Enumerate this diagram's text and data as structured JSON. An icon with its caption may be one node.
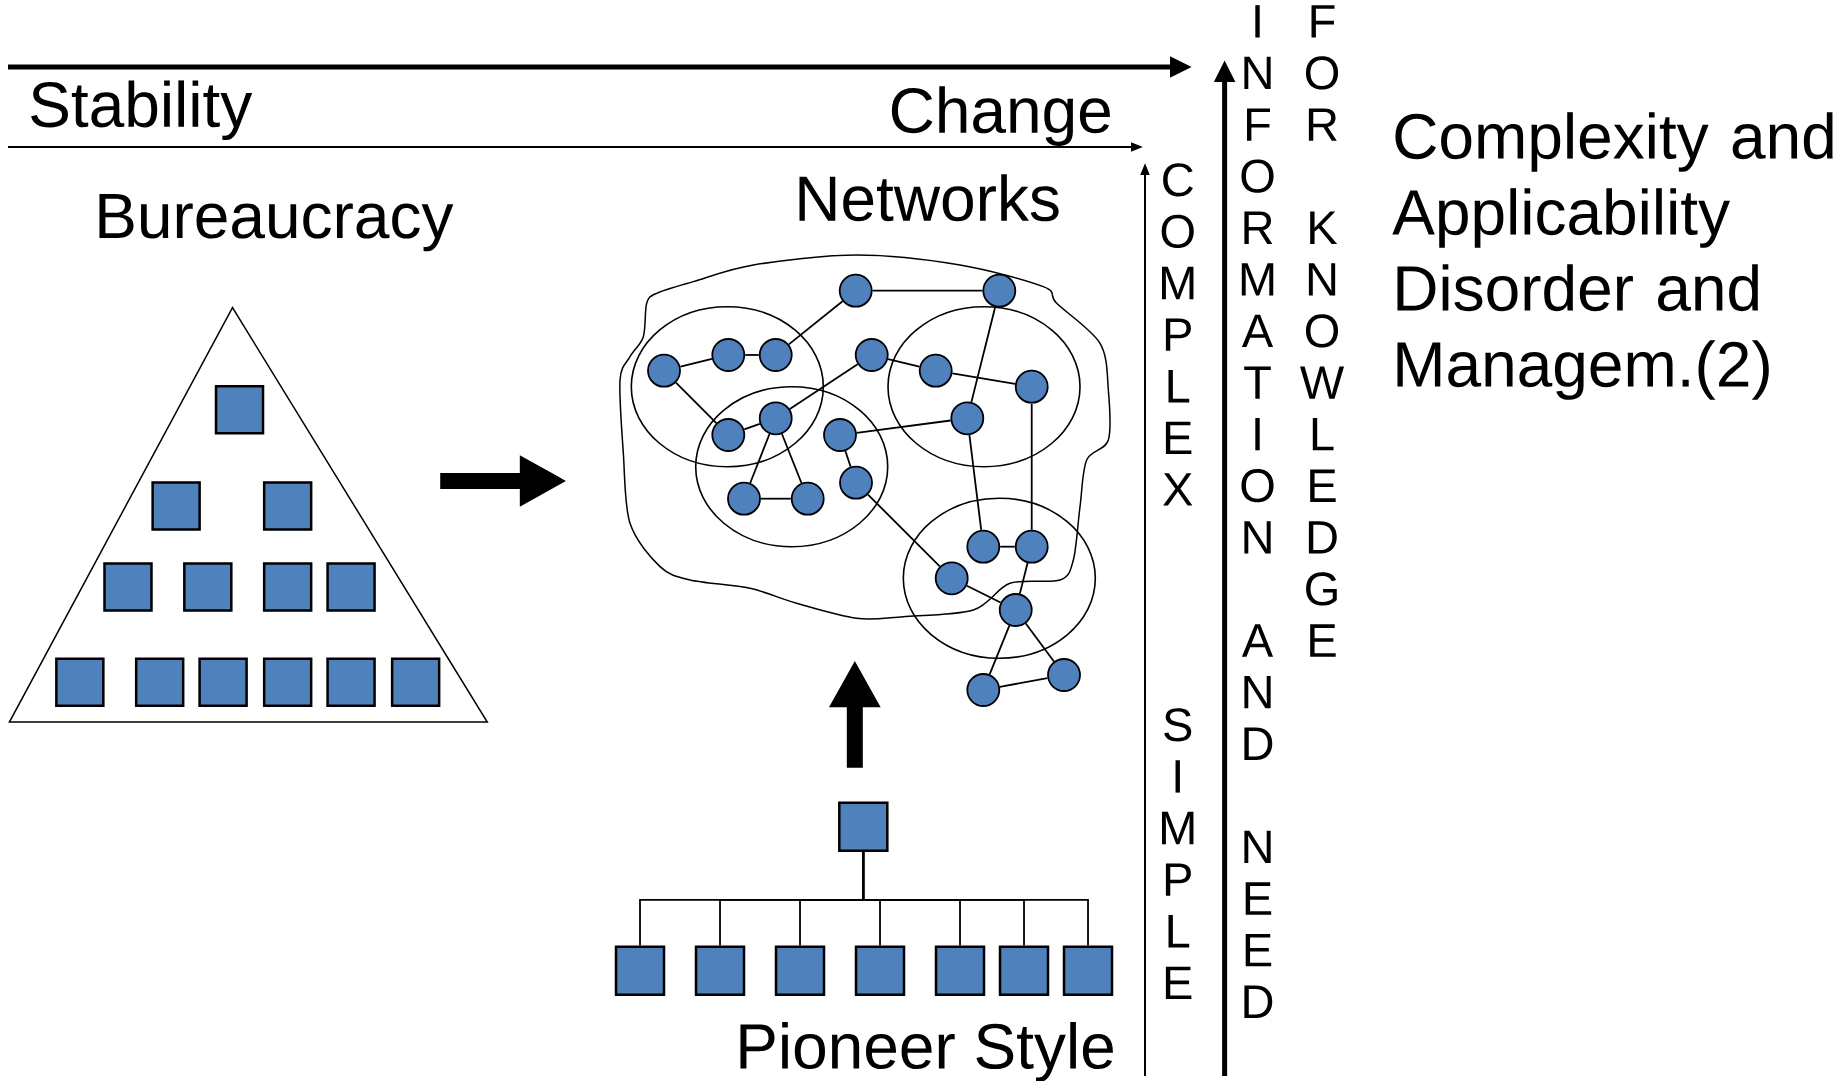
{
  "diagram": {
    "title": "Complexity and Applicability Disorder and Managem.(2)",
    "nodes": [
      {
        "text": [
          "Bureaucracy"
        ]
      },
      {
        "text": [],
        "shape": "box",
        "in": 0
      },
      {
        "text": [],
        "shape": "box",
        "in": 0
      },
      {
        "text": [],
        "shape": "box",
        "in": 0
      },
      {
        "text": [],
        "shape": "box",
        "in": 0
      },
      {
        "text": [],
        "shape": "box",
        "in": 0
      },
      {
        "text": [],
        "shape": "box",
        "in": 0
      },
      {
        "text": [],
        "shape": "box",
        "in": 0
      },
      {
        "text": [],
        "shape": "box",
        "in": 0
      },
      {
        "text": [],
        "shape": "box",
        "in": 0
      },
      {
        "text": [],
        "shape": "box",
        "in": 0
      },
      {
        "text": [],
        "shape": "box",
        "in": 0
      },
      {
        "text": [],
        "shape": "box",
        "in": 0
      },
      {
        "text": [],
        "shape": "box",
        "in": 0
      },
      {
        "text": [
          "Networks"
        ]
      },
      {
        "text": [],
        "shape": "ellipse",
        "in": 14
      },
      {
        "text": [],
        "shape": "ellipse",
        "in": 14
      },
      {
        "text": [],
        "shape": "ellipse",
        "in": 14
      },
      {
        "text": [],
        "shape": "ellipse"
      },
      {
        "text": [],
        "shape": "circle",
        "in": 14
      },
      {
        "text": [],
        "shape": "circle",
        "in": 14
      },
      {
        "text": [],
        "shape": "circle",
        "in": 15
      },
      {
        "text": [],
        "shape": "circle",
        "in": 15
      },
      {
        "text": [],
        "shape": "circle",
        "in": 15
      },
      {
        "text": [],
        "shape": "circle",
        "in": 14
      },
      {
        "text": [],
        "shape": "circle",
        "in": 17
      },
      {
        "text": [],
        "shape": "circle",
        "in": 17
      },
      {
        "text": [],
        "shape": "circle"
      },
      {
        "text": [],
        "shape": "circle"
      },
      {
        "text": [],
        "shape": "circle",
        "in": 16
      },
      {
        "text": [],
        "shape": "circle",
        "in": 17
      },
      {
        "text": [],
        "shape": "circle",
        "in": 16
      },
      {
        "text": [],
        "shape": "circle",
        "in": 16
      },
      {
        "text": [],
        "shape": "circle",
        "in": 16
      },
      {
        "text": [],
        "shape": "circle"
      },
      {
        "text": [],
        "shape": "circle"
      },
      {
        "text": [],
        "shape": "circle"
      },
      {
        "text": [],
        "shape": "circle",
        "in": 18
      },
      {
        "text": [],
        "shape": "circle"
      },
      {
        "text": [],
        "shape": "circle"
      },
      {
        "text": [],
        "shape": "box"
      },
      {
        "text": [],
        "shape": "box"
      },
      {
        "text": [],
        "shape": "box"
      },
      {
        "text": [],
        "shape": "box"
      },
      {
        "text": [],
        "shape": "box"
      },
      {
        "text": [],
        "shape": "box"
      },
      {
        "text": [],
        "shape": "box"
      },
      {
        "text": [],
        "shape": "box"
      }
    ],
    "edges": [
      {
        "from": 19,
        "to": 20,
        "arrow": "none"
      },
      {
        "from": 19,
        "to": 23,
        "arrow": "none"
      },
      {
        "from": 21,
        "to": 22,
        "arrow": "none"
      },
      {
        "from": 22,
        "to": 23,
        "arrow": "none"
      },
      {
        "from": 21,
        "to": 27,
        "arrow": "none"
      },
      {
        "from": 27,
        "to": 28,
        "arrow": "none"
      },
      {
        "from": 28,
        "to": 24,
        "arrow": "none"
      },
      {
        "from": 28,
        "to": 32,
        "arrow": "none"
      },
      {
        "from": 28,
        "to": 33,
        "arrow": "none"
      },
      {
        "from": 32,
        "to": 33,
        "arrow": "none"
      },
      {
        "from": 24,
        "to": 25,
        "arrow": "none"
      },
      {
        "from": 25,
        "to": 26,
        "arrow": "none"
      },
      {
        "from": 20,
        "to": 30,
        "arrow": "none"
      },
      {
        "from": 29,
        "to": 30,
        "arrow": "none"
      },
      {
        "from": 29,
        "to": 31,
        "arrow": "none"
      },
      {
        "from": 31,
        "to": 36,
        "arrow": "none"
      },
      {
        "from": 30,
        "to": 34,
        "arrow": "none"
      },
      {
        "from": 26,
        "to": 35,
        "arrow": "none"
      },
      {
        "from": 34,
        "to": 35,
        "arrow": "none"
      },
      {
        "from": 35,
        "to": 37,
        "arrow": "none"
      },
      {
        "from": 36,
        "to": 37,
        "arrow": "none"
      },
      {
        "from": 37,
        "to": 39,
        "arrow": "none"
      },
      {
        "from": 37,
        "to": 38,
        "arrow": "none"
      },
      {
        "from": 38,
        "to": 39,
        "arrow": "none"
      },
      {
        "from": 40,
        "to": 41,
        "arrow": "none"
      },
      {
        "from": 40,
        "to": 42,
        "arrow": "none"
      },
      {
        "from": 40,
        "to": 43,
        "arrow": "none"
      },
      {
        "from": 40,
        "to": 44,
        "arrow": "none"
      },
      {
        "from": 40,
        "to": 45,
        "arrow": "none"
      },
      {
        "from": 40,
        "to": 46,
        "arrow": "none"
      },
      {
        "from": 40,
        "to": 47,
        "arrow": "none"
      },
      {
        "from": 0,
        "to": 14,
        "arrow": "to",
        "style": "thick"
      },
      {
        "from": 40,
        "to": 14,
        "arrow": "to",
        "style": "thick"
      }
    ],
    "labels": [
      "Stability",
      "Change",
      "COMPLEX",
      "SIMPLE",
      "INFORMATION AND NEED",
      "FOR KNOWLEDGE",
      "Pioneer Style"
    ]
  }
}
